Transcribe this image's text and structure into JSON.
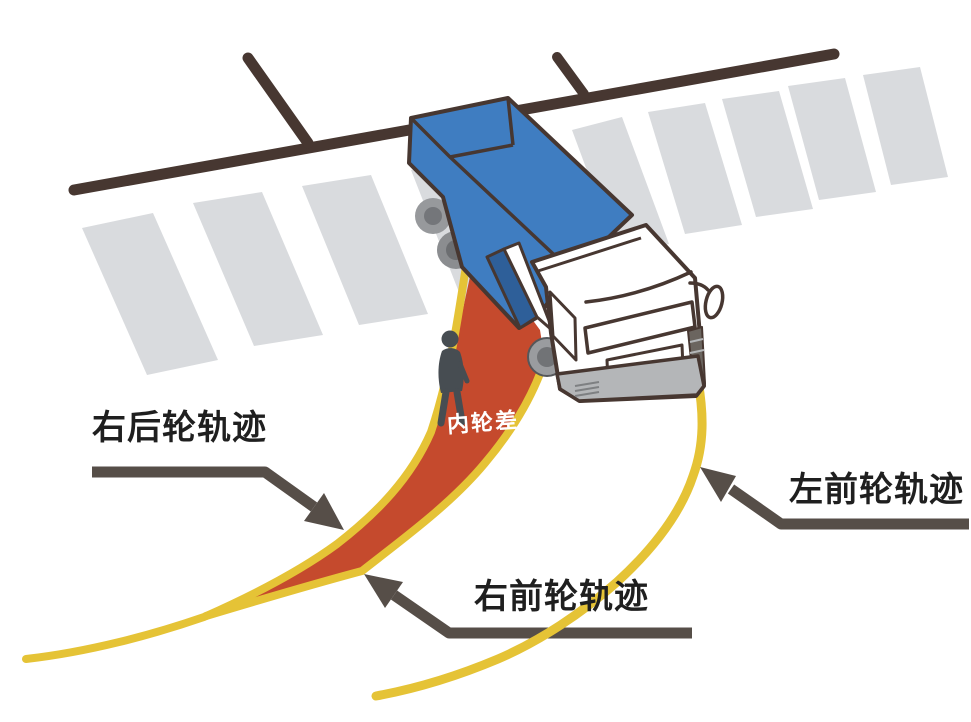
{
  "diagram": {
    "subject": "truck inner wheel difference (turning wheel tracks) traffic-safety illustration",
    "labels": {
      "right_rear_wheel_track": "右后轮轨迹",
      "inner_wheel_difference": "内轮差",
      "left_front_wheel_track": "左前轮轨迹",
      "right_front_wheel_track": "右前轮轨迹"
    },
    "elements": [
      "crosswalk zebra stripes",
      "road edge line with two branch ticks",
      "blue open-bed truck turning",
      "pedestrian silhouette",
      "red inner-wheel-difference danger zone",
      "yellow wheel-track curves",
      "dark bent callout arrows"
    ],
    "colors": {
      "track_yellow": "#e5c336",
      "danger_zone_red": "#c54a2d",
      "truck_bed_blue": "#3f7dc1",
      "truck_bed_post_blue": "#2e5f99",
      "outline_dark_brown": "#473731",
      "arrow_gray_brown": "#564e48",
      "crosswalk_gray": "#d9dbde",
      "bumper_gray": "#b4b6b8",
      "wheel_gray": "#97999c",
      "pedestrian_gray": "#474d52",
      "label_black": "#1f1f1f",
      "inner_label_white": "#ffffff",
      "background": "#ffffff"
    }
  }
}
